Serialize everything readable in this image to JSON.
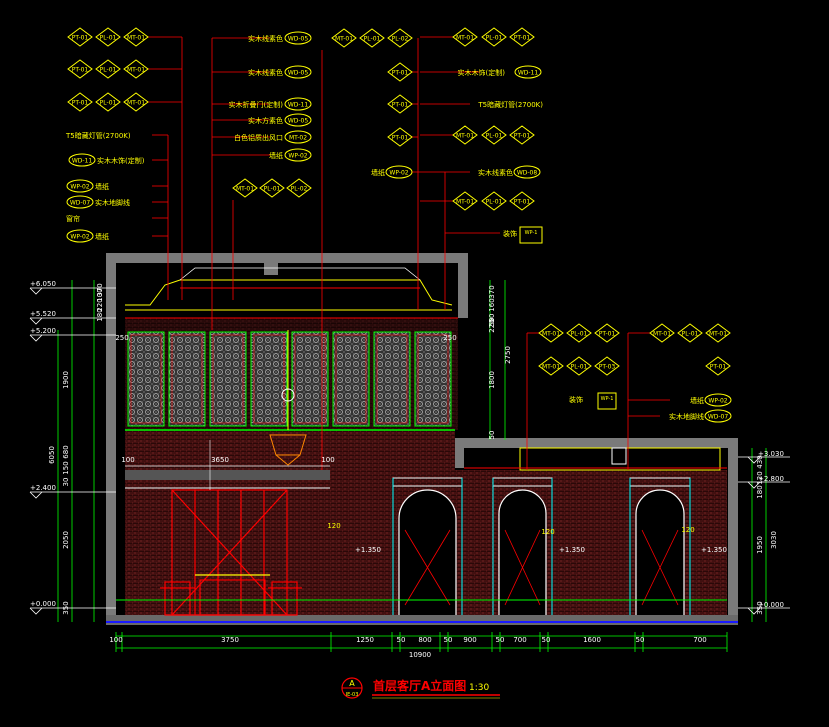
{
  "title": {
    "text": "首层客厅A立面图",
    "scale": "1:30",
    "symbol_letter": "A",
    "symbol_sheet": "IE-03"
  },
  "colors": {
    "background": "#000000",
    "yellow": "#ffff00",
    "red": "#ff0000",
    "green": "#00ff00",
    "white": "#ffffff",
    "grey": "#8c8c8c",
    "cyan": "#00ffff",
    "blue": "#1a1aff",
    "brick": "#7a2a2a"
  },
  "tag_rows_top_left": [
    [
      "PT-01",
      "PL-01",
      "MT-01"
    ],
    [
      "PT-01",
      "PL-01",
      "MT-01"
    ],
    [
      "PT-01",
      "PL-01",
      "MT-01"
    ]
  ],
  "notes_left": [
    {
      "text": "T5暗藏灯管(2700K)",
      "tag": ""
    },
    {
      "text": "实木木饰(定制)",
      "tag": "WD-11"
    },
    {
      "text": "墙纸",
      "tag": "WP-02"
    },
    {
      "text": "实木地脚线",
      "tag": "WD-07"
    },
    {
      "text": "窗帘",
      "tag": ""
    },
    {
      "text": "墙纸",
      "tag": "WP-02"
    }
  ],
  "notes_center_left": [
    {
      "text": "实木线素色",
      "tag": "WD-05"
    },
    {
      "text": "实木线素色",
      "tag": "WD-05"
    },
    {
      "text": "实木折叠门(定制)",
      "tag": "WD-11"
    },
    {
      "text": "实木方素色",
      "tag": "WD-05"
    },
    {
      "text": "白色铝质出风口",
      "tag": "MT-02"
    },
    {
      "text": "墙纸",
      "tag": "WP-02"
    }
  ],
  "tags_center_mid": [
    "MT-01",
    "PL-01",
    "PL-02"
  ],
  "tags_center_top": [
    "MT-01",
    "PL-01",
    "PL-02"
  ],
  "tags_center_right": [
    "PT-01",
    "PT-01",
    "PT-01"
  ],
  "note_center_wallpaper": {
    "text": "墙纸",
    "tag": "WP-02"
  },
  "tag_rows_top_right": [
    [
      "MT-01",
      "PL-01",
      "PT-01"
    ],
    [
      "MT-01",
      "PL-01",
      "PT-01"
    ],
    [
      "MT-01",
      "PL-01",
      "PT-01"
    ]
  ],
  "notes_right": [
    {
      "text": "实木木饰(定制)",
      "tag": "WD-11"
    },
    {
      "text": "T5暗藏灯管(2700K)",
      "tag": ""
    },
    {
      "text": "实木线素色",
      "tag": "WD-08"
    },
    {
      "text": "装饰",
      "tag": "WP-1"
    }
  ],
  "tag_rows_lower_right_a": [
    [
      "MT-01",
      "PL-01",
      "PT-01"
    ],
    [
      "MT-01",
      "PL-01",
      "PT-03"
    ]
  ],
  "tag_rows_lower_right_b": [
    [
      "MT-01",
      "PL-01",
      "MT-01"
    ]
  ],
  "tag_lower_right_single": "PT-01",
  "notes_lower_right": [
    {
      "text": "墙纸",
      "tag": "WP-02"
    },
    {
      "text": "实木地脚线",
      "tag": "WD-07"
    },
    {
      "text": "装饰",
      "tag": "WP-1"
    }
  ],
  "levels_left": [
    "+6.050",
    "+5.520",
    "+5.200",
    "+2.400",
    "+0.000"
  ],
  "levels_right": [
    "+3.030",
    "+2.800",
    "+0.000"
  ],
  "dims_left_vertical": [
    "100",
    "220",
    "180",
    "370",
    "1900",
    "6050",
    "680",
    "150",
    "30",
    "2050",
    "350"
  ],
  "dims_mid_vertical": [
    "370",
    "50",
    "160",
    "220",
    "2750",
    "1800",
    "50",
    "50"
  ],
  "dims_right_vertical": [
    "430",
    "120",
    "180",
    "1950",
    "3030",
    "350"
  ],
  "dims_bottom": [
    "100",
    "3750",
    "1250",
    "50",
    "800",
    "50",
    "900",
    "50",
    "700",
    "50",
    "1600",
    "50",
    "700"
  ],
  "dim_total": "10900",
  "dims_inner": [
    "100",
    "3650",
    "100",
    "250",
    "250"
  ],
  "inner_levels": [
    "+1.350",
    "+1.350",
    "+1.350"
  ],
  "inner_marks": [
    "120",
    "120",
    "120"
  ]
}
